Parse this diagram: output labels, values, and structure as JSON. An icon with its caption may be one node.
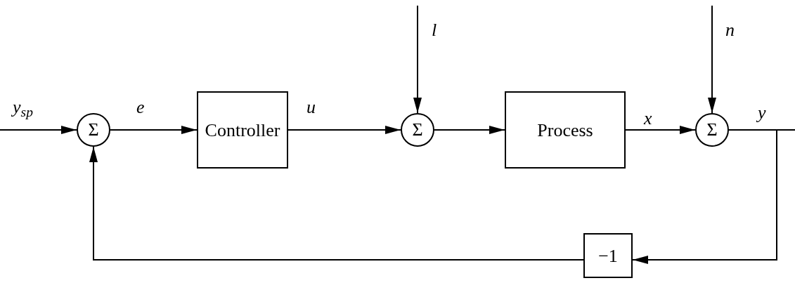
{
  "diagram": {
    "nodes": [
      {
        "text": [
          "Σ"
        ]
      },
      {
        "text": [
          "Controller"
        ]
      },
      {
        "text": [
          "Σ"
        ]
      },
      {
        "text": [
          "Process"
        ]
      },
      {
        "text": [
          "Σ"
        ]
      },
      {
        "text": [
          "−1"
        ]
      }
    ],
    "edges": [
      {
        "from": null,
        "to": 0,
        "arrow": "to",
        "label": "y$_{sp}$"
      },
      {
        "from": 0,
        "to": 1,
        "arrow": "to",
        "label": "e"
      },
      {
        "from": 1,
        "to": 2,
        "arrow": "to",
        "label": "u"
      },
      {
        "from": null,
        "to": 2,
        "arrow": "to",
        "label": "l"
      },
      {
        "from": 2,
        "to": 3,
        "arrow": "to"
      },
      {
        "from": 3,
        "to": 4,
        "arrow": "to",
        "label": "x"
      },
      {
        "from": null,
        "to": 4,
        "arrow": "to",
        "label": "n"
      },
      {
        "from": 4,
        "to": null,
        "arrow": "none",
        "label": "y"
      },
      {
        "from": 4,
        "to": 5,
        "arrow": "to"
      },
      {
        "from": 5,
        "to": 0,
        "arrow": "to"
      }
    ]
  }
}
